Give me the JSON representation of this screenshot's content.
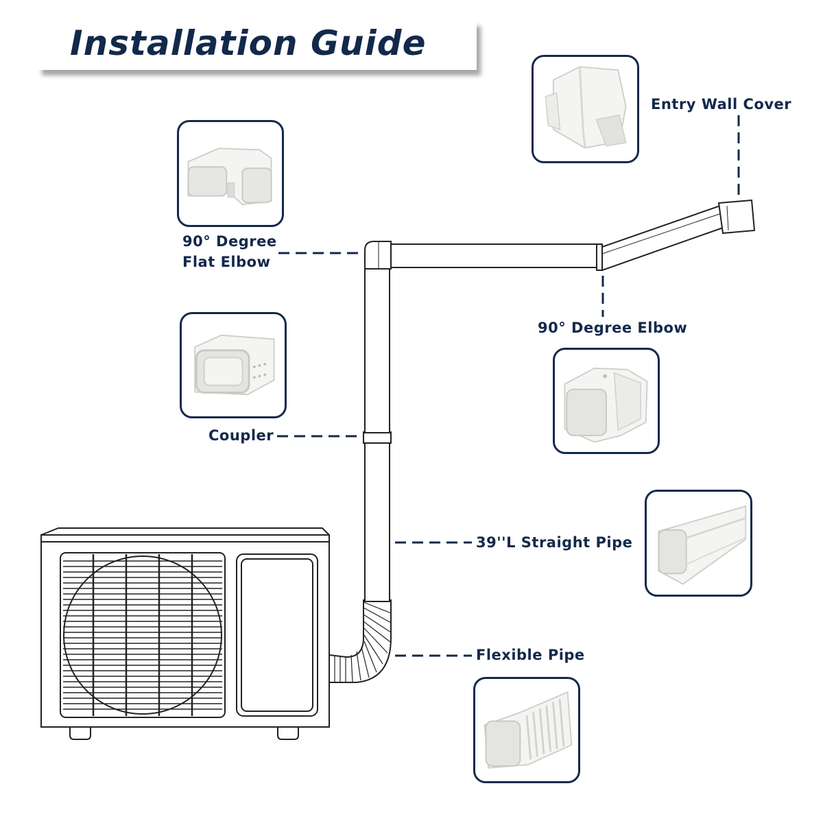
{
  "title": "Installation Guide",
  "colors": {
    "navy": "#13294b",
    "line": "#222222",
    "part_white": "#f4f4f2",
    "part_shadow": "#d8d8d4"
  },
  "parts": [
    {
      "id": "entry-wall-cover",
      "label": "Entry Wall Cover",
      "icon": "entry-wall-cover-photo"
    },
    {
      "id": "flat-elbow",
      "label_line1": "90° Degree",
      "label_line2": "Flat Elbow",
      "icon": "flat-elbow-photo"
    },
    {
      "id": "elbow",
      "label": "90° Degree Elbow",
      "icon": "elbow-photo"
    },
    {
      "id": "coupler",
      "label": "Coupler",
      "icon": "coupler-photo"
    },
    {
      "id": "straight-pipe",
      "label": "39''L Straight Pipe",
      "icon": "straight-pipe-photo"
    },
    {
      "id": "flexible-pipe",
      "label": "Flexible Pipe",
      "icon": "flexible-pipe-photo"
    }
  ]
}
